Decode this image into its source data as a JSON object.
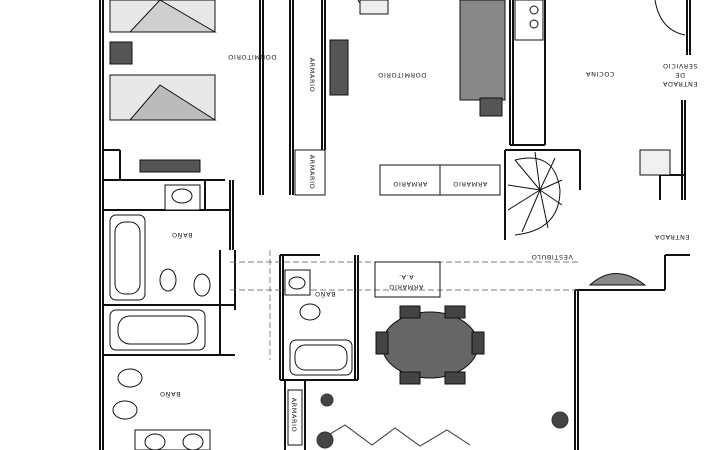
{
  "labels": {
    "dormitorio_1": "DORMITORIO",
    "dormitorio_2": "DORMITORIO",
    "armario_1": "ARMARIO",
    "armario_2": "ARMARIO",
    "armario_3": "ARMARIO",
    "armario_4": "ARMARIO",
    "armario_5": "ARMARIO",
    "armario_6": "ARMARIO",
    "aa": "A.A.",
    "cocina": "COCINA",
    "entrada_de": "ENTRADA",
    "de": "DE",
    "servicio": "SERVICIO",
    "entrada": "ENTRADA",
    "vestibulo": "VESTIBULO",
    "bano_1": "BAÑO",
    "bano_2": "BAÑO",
    "bano_3": "BAÑO"
  },
  "colors": {
    "ink": "#111111",
    "furniture": "#555555",
    "paper": "#ffffff"
  }
}
